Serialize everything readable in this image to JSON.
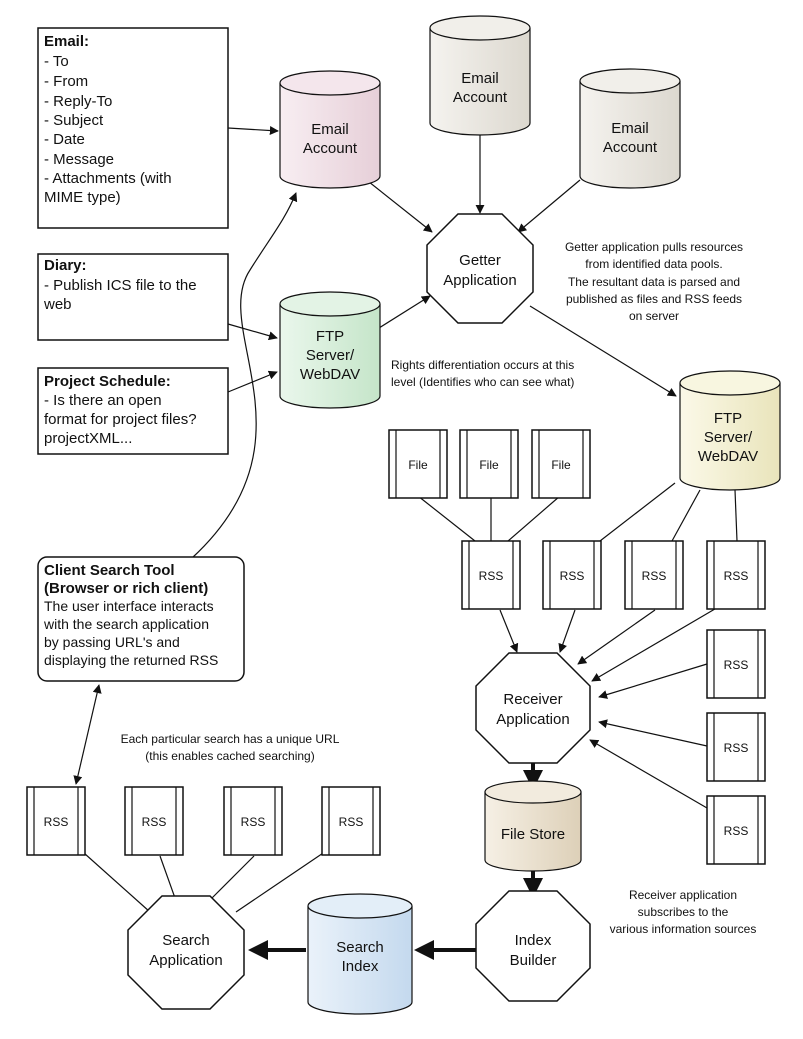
{
  "notes": {
    "email": {
      "title": "Email:",
      "lines": [
        "- To",
        "- From",
        "- Reply-To",
        "- Subject",
        "- Date",
        "- Message",
        "- Attachments (with",
        "MIME type)"
      ]
    },
    "diary": {
      "title": "Diary:",
      "lines": [
        "- Publish ICS file to the",
        "web"
      ]
    },
    "project": {
      "title": "Project Schedule:",
      "lines": [
        "- Is there an open",
        "format for project files?",
        "projectXML..."
      ]
    },
    "client": {
      "title_lines": [
        "Client Search Tool",
        "(Browser or rich client)"
      ],
      "lines": [
        "The user interface interacts",
        "with the search application",
        "by passing URL's and",
        "displaying the returned RSS"
      ]
    }
  },
  "cylinders": {
    "email_pink": [
      "Email",
      "Account"
    ],
    "email_top": [
      "Email",
      "Account"
    ],
    "email_right": [
      "Email",
      "Account"
    ],
    "ftp_green": [
      "FTP",
      "Server/",
      "WebDAV"
    ],
    "ftp_yellow": [
      "FTP",
      "Server/",
      "WebDAV"
    ],
    "file_store": [
      "File Store"
    ],
    "search_index": [
      "Search",
      "Index"
    ]
  },
  "octagons": {
    "getter": [
      "Getter",
      "Application"
    ],
    "receiver": [
      "Receiver",
      "Application"
    ],
    "index_builder": [
      "Index",
      "Builder"
    ],
    "search_app": [
      "Search",
      "Application"
    ]
  },
  "docs": {
    "file": "File",
    "rss": "RSS"
  },
  "annotations": {
    "getter": [
      "Getter application pulls resources",
      "from identified data pools.",
      "The resultant data is parsed and",
      "published as files and RSS feeds",
      "on server"
    ],
    "rights": [
      "Rights differentiation occurs at this",
      "level (Identifies who can see what)"
    ],
    "unique_url": [
      "Each particular search has a unique URL",
      "(this enables cached searching)"
    ],
    "receiver": [
      "Receiver application",
      "subscribes to the",
      "various information sources"
    ]
  },
  "colors": {
    "email_pink": "#f1dfe6",
    "email_gray": "#ebe8e2",
    "ftp_green": "#d9efdb",
    "ftp_yellow": "#f4f1d3",
    "file_store": "#ece3d3",
    "search_index": "#d9e7f4"
  }
}
